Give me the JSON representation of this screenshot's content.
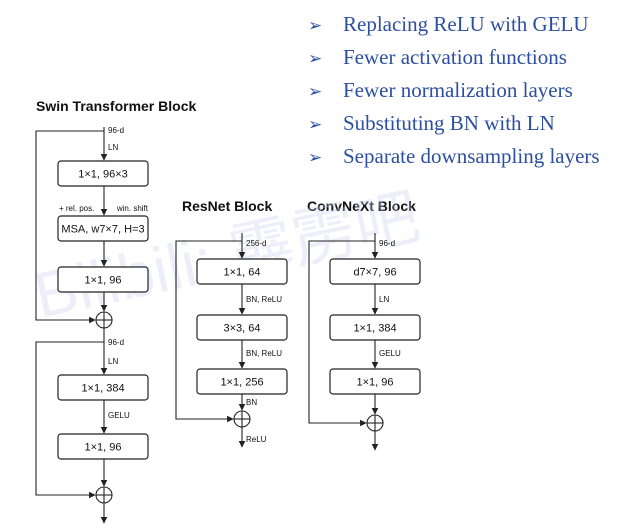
{
  "bullets": [
    "Replacing ReLU with GELU",
    "Fewer activation functions",
    "Fewer normalization layers",
    "Substituting BN with LN",
    "Separate downsampling layers"
  ],
  "watermark": "Bilibili: 霹雳吧",
  "swin": {
    "title": "Swin Transformer Block",
    "in1": "96-d",
    "ln1": "LN",
    "box1": "1×1, 96×3",
    "relpos": "+ rel. pos.",
    "winshift": "win. shift",
    "box2": "MSA, w7×7, H=3",
    "box3": "1×1, 96",
    "in2": "96-d",
    "ln2": "LN",
    "box4": "1×1, 384",
    "gelu": "GELU",
    "box5": "1×1, 96"
  },
  "resnet": {
    "title": "ResNet Block",
    "in": "256-d",
    "box1": "1×1, 64",
    "act1": "BN, ReLU",
    "box2": "3×3, 64",
    "act2": "BN, ReLU",
    "box3": "1×1, 256",
    "bn": "BN",
    "relu": "ReLU"
  },
  "convnext": {
    "title": "ConvNeXt Block",
    "in": "96-d",
    "box1": "d7×7, 96",
    "ln": "LN",
    "box2": "1×1, 384",
    "gelu": "GELU",
    "box3": "1×1, 96"
  }
}
